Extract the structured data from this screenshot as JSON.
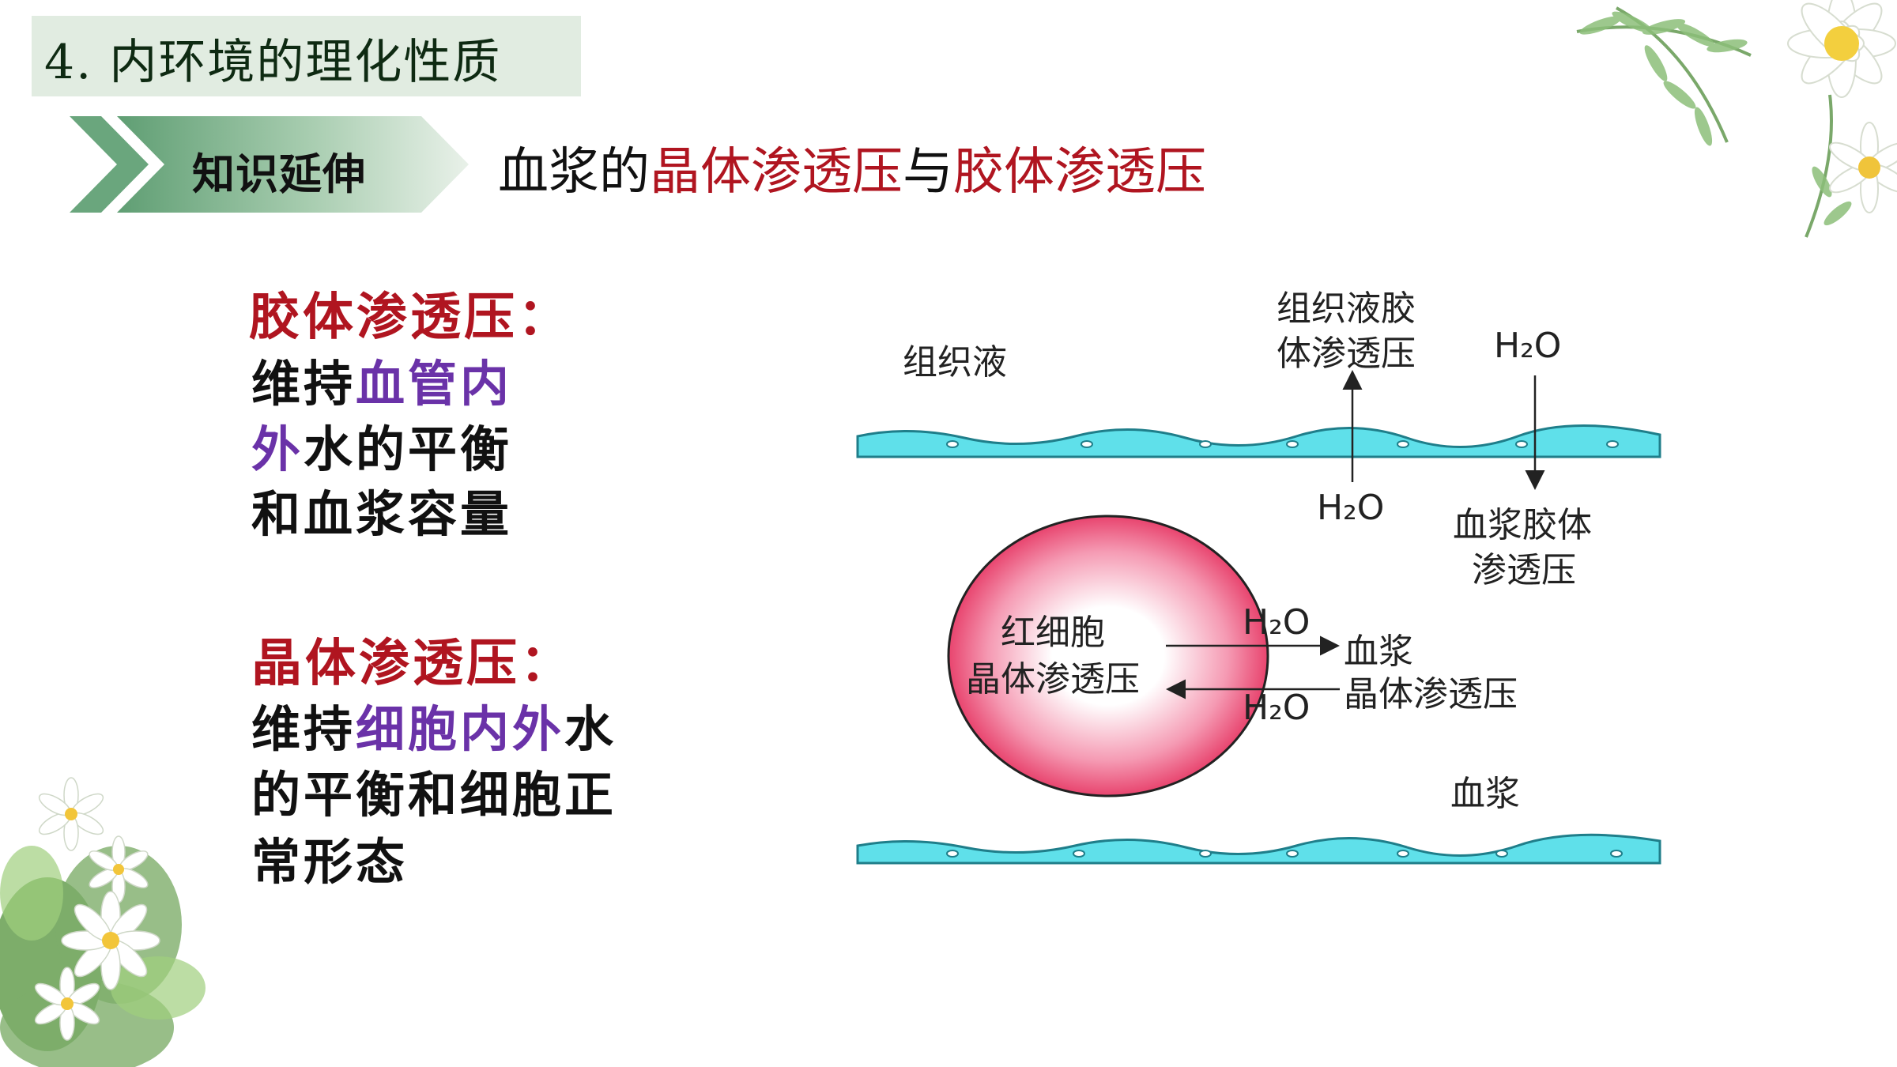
{
  "header": {
    "title": "4. 内环境的理化性质"
  },
  "tag": {
    "label": "知识延伸"
  },
  "subtitle": {
    "part1": "血浆的",
    "part2": "晶体渗透压",
    "part3": "与",
    "part4": "胶体渗透压"
  },
  "colloid": {
    "title": "胶体渗透压：",
    "line1_a": "维持",
    "line1_b": "血管内",
    "line2_a": "外",
    "line2_b": "水的平衡",
    "line3": "和血浆容量"
  },
  "crystal": {
    "title": "晶体渗透压：",
    "line1_a": "维持",
    "line1_b": "细胞内外",
    "line1_c": "水",
    "line2": "的平衡和细胞正",
    "line3": "常形态"
  },
  "diagram": {
    "tissue_fluid": "组织液",
    "tissue_colloid_line1": "组织液胶",
    "tissue_colloid_line2": "体渗透压",
    "h2o_top_right": "H₂O",
    "h2o_top_mid": "H₂O",
    "plasma_colloid_line1": "血浆胶体",
    "plasma_colloid_line2": "渗透压",
    "rbc_line1": "红细胞",
    "rbc_line2": "晶体渗透压",
    "h2o_out": "H₂O",
    "h2o_in": "H₂O",
    "plasma_crystal_line1": "血浆",
    "plasma_crystal_line2": "晶体渗透压",
    "plasma": "血浆"
  },
  "colors": {
    "title_bg": "#e1ece1",
    "tag_green": "#5f9e73",
    "accent_red": "#b01520",
    "accent_purple": "#6a32a8",
    "vessel_cyan": "#5fe0ea",
    "rbc_pink": "#e8446e"
  }
}
